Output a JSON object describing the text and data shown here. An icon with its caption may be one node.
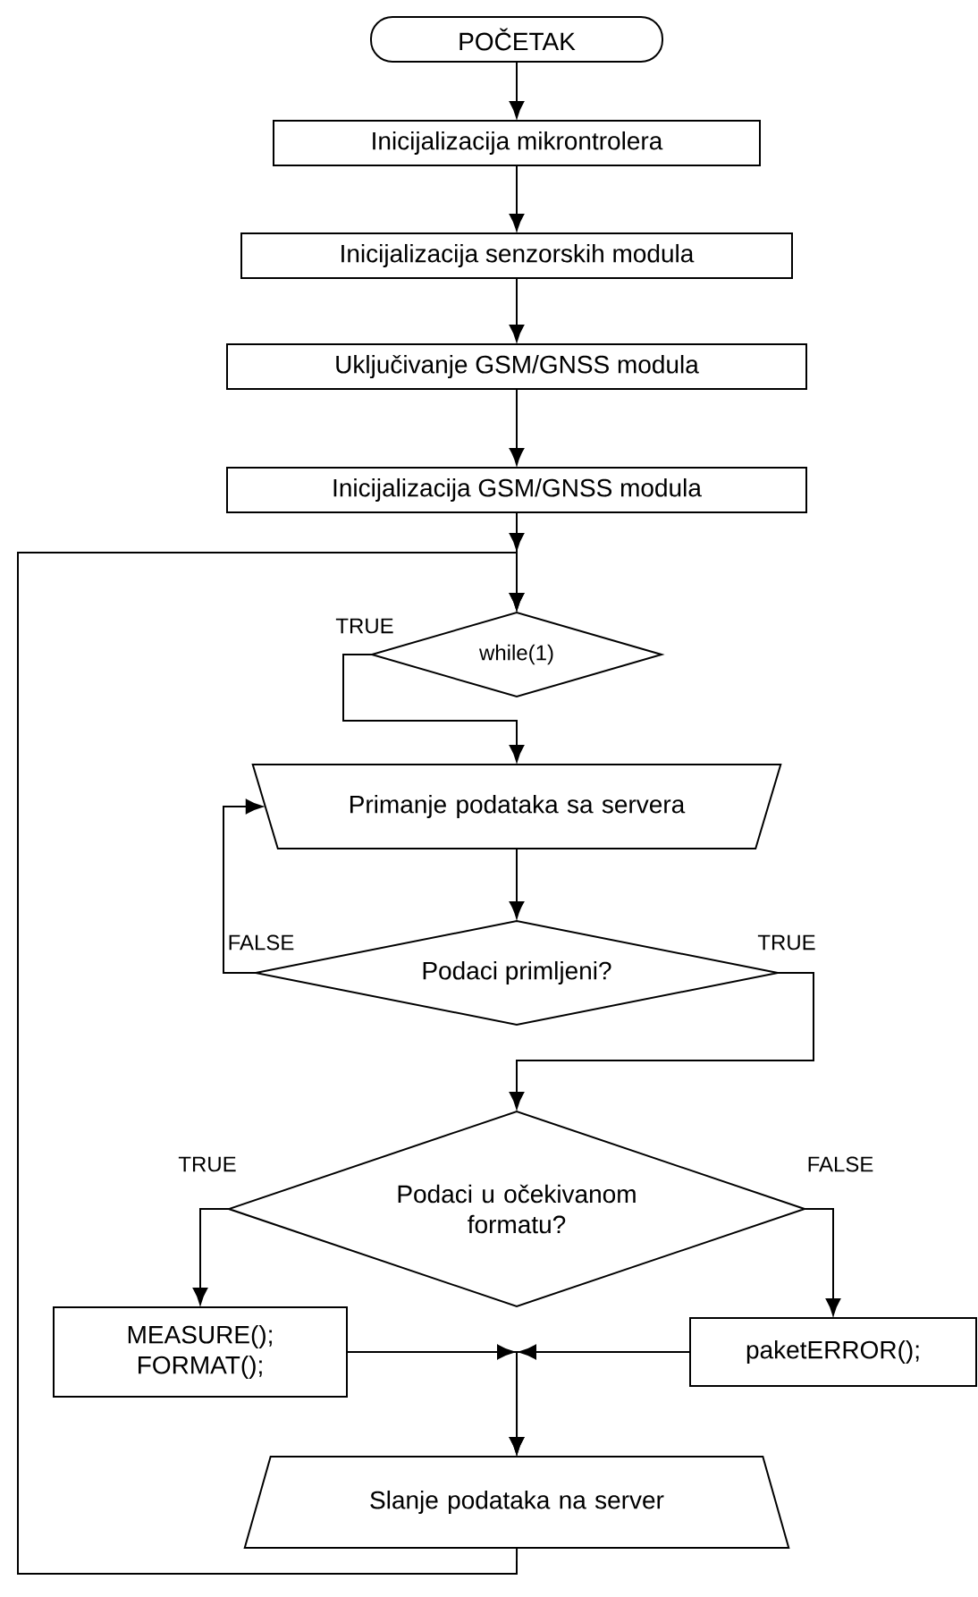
{
  "diagram": {
    "nodes": [
      {
        "text": [
          "POČETAK"
        ]
      },
      {
        "text": [
          "Inicijalizacija mikrontrolera"
        ]
      },
      {
        "text": [
          "Inicijalizacija senzorskih modula"
        ]
      },
      {
        "text": [
          "Uključivanje GSM/GNSS modula"
        ]
      },
      {
        "text": [
          "Inicijalizacija GSM/GNSS modula"
        ]
      },
      {
        "text": [
          "while(1)"
        ]
      },
      {
        "text": [
          "Primanje podataka sa servera"
        ]
      },
      {
        "text": [
          "Podaci primljeni?"
        ]
      },
      {
        "text": [
          "Podaci u očekivanom formatu?"
        ]
      },
      {
        "text": [
          "MEASURE(); FORMAT();"
        ]
      },
      {
        "text": [
          "paketERROR();"
        ]
      },
      {
        "text": [
          "Slanje podataka na server"
        ]
      }
    ],
    "edges": [
      {
        "from": 0,
        "to": 1,
        "arrow": "to"
      },
      {
        "from": 1,
        "to": 2,
        "arrow": "to"
      },
      {
        "from": 2,
        "to": 3,
        "arrow": "to"
      },
      {
        "from": 3,
        "to": 4,
        "arrow": "to"
      },
      {
        "from": 4,
        "to": 5,
        "arrow": "to"
      },
      {
        "from": 5,
        "to": 6,
        "arrow": "to",
        "label": "TRUE"
      },
      {
        "from": 6,
        "to": 7,
        "arrow": "to"
      },
      {
        "from": 7,
        "to": 6,
        "arrow": "to",
        "label": "FALSE"
      },
      {
        "from": 7,
        "to": 8,
        "arrow": "to",
        "label": "TRUE"
      },
      {
        "from": 8,
        "to": 9,
        "arrow": "to",
        "label": "TRUE"
      },
      {
        "from": 8,
        "to": 10,
        "arrow": "to",
        "label": "FALSE"
      },
      {
        "from": 9,
        "to": 11,
        "arrow": "to"
      },
      {
        "from": 10,
        "to": 11,
        "arrow": "to"
      },
      {
        "from": 11,
        "to": 5,
        "arrow": "to"
      }
    ]
  }
}
